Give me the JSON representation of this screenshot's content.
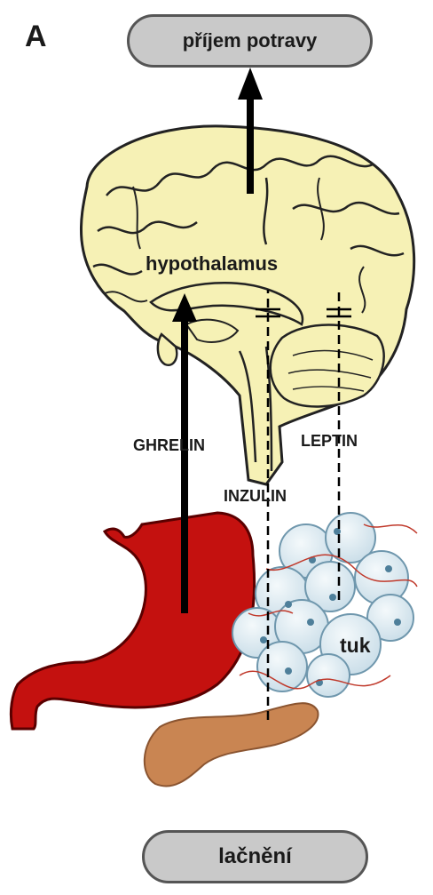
{
  "panel_label": "A",
  "output_box": "příjem potravy",
  "input_box": "lačnění",
  "brain_region": "hypothalamus",
  "hormones": {
    "ghrelin": "GHRELIN",
    "leptin": "LEPTIN",
    "insulin": "INZULIN"
  },
  "fat_label": "tuk",
  "colors": {
    "brain": "#f6f1b5",
    "stomach": "#c4110f",
    "pancreas": "#c98552",
    "fat_cells": "#dbe9f0",
    "box_fill": "#c9c9c9"
  },
  "icons": [
    "brain-icon",
    "stomach-icon",
    "pancreas-icon",
    "fat-cells-icon"
  ]
}
